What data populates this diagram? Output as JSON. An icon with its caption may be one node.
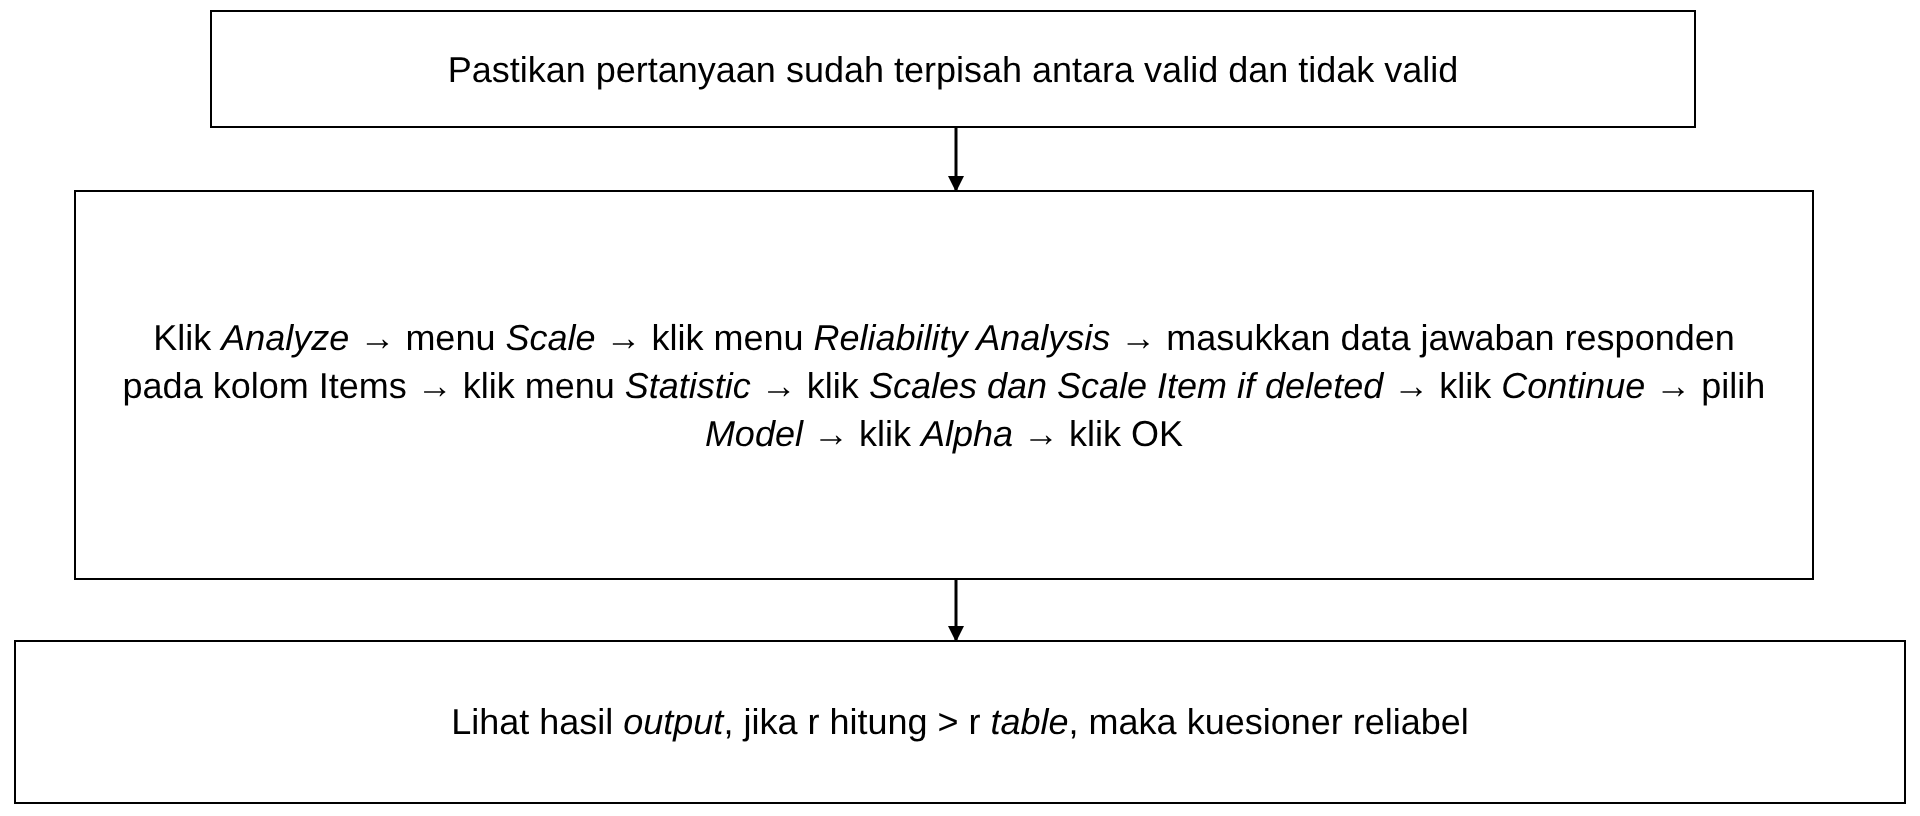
{
  "diagram": {
    "nodes": [
      {
        "text": [
          "Pastikan pertanyaan sudah terpisah antara valid dan tidak valid"
        ]
      },
      {
        "text": [
          "Klik *Analyze* → menu *Scale* → klik menu *Reliability Analysis* → masukkan data jawaban responden pada kolom Items → klik menu *Statistic* → klik *Scales dan Scale Item if deleted* → klik *Continue* → pilih *Model* → klik *Alpha* → klik OK"
        ]
      },
      {
        "text": [
          "Lihat hasil *output*, jika r hitung > r *table*, maka kuesioner reliabel"
        ]
      }
    ],
    "edges": [
      {
        "from": 0,
        "to": 1,
        "arrow": "to"
      },
      {
        "from": 1,
        "to": 2,
        "arrow": "to"
      }
    ]
  }
}
